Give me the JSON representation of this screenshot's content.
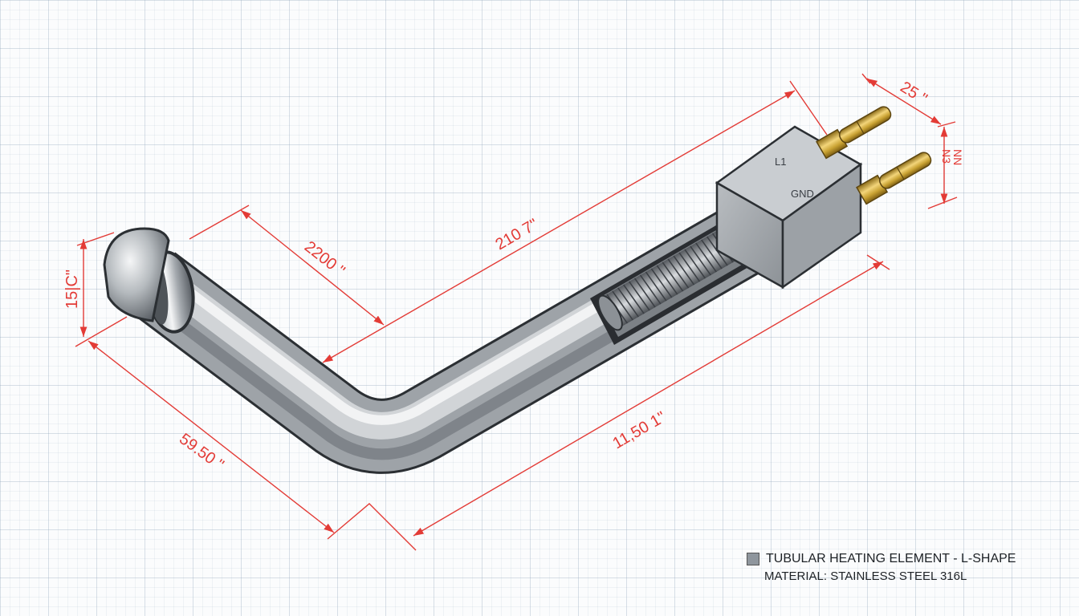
{
  "colors": {
    "dimension": "#e33b36",
    "steel": "#9ea3a8",
    "brass": "#c9a233",
    "legend_swatch": "#8f969d"
  },
  "terminal_block": {
    "label_top": "L1",
    "label_bottom": "GND",
    "side_label_1": "N3",
    "side_label_2": "NN"
  },
  "dimensions": {
    "cap_diameter": "15|C\"",
    "leg_segment": "2200 \"",
    "overall_length": "210 7\"",
    "terminal_spacing": "25 \"",
    "short_leg": "59.50 \"",
    "long_leg": "11,50 1\""
  },
  "legend": {
    "title": "TUBULAR HEATING ELEMENT - L-SHAPE",
    "material": "MATERIAL: STAINLESS STEEL 316L"
  }
}
